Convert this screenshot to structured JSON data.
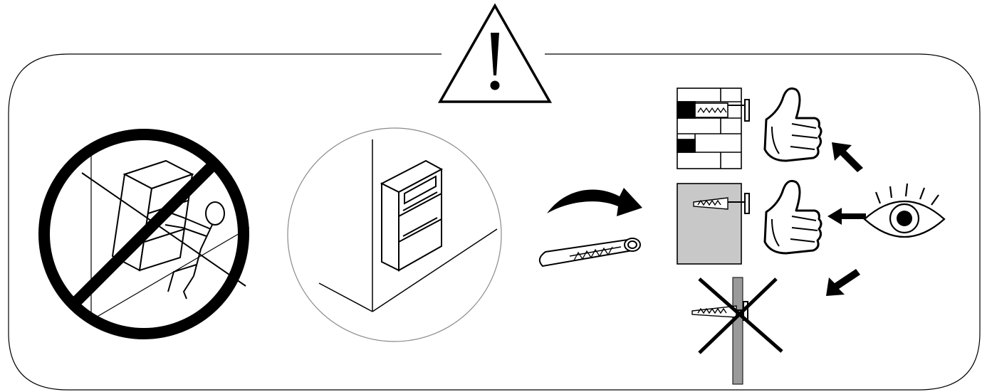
{
  "colors": {
    "ink": "#000000",
    "paper": "#ffffff",
    "panel_gray": "#c8c8c8",
    "post_gray": "#9a9a9a",
    "circle_outline": "#8a8a8a"
  },
  "icons": {
    "warning": "warning-triangle-icon",
    "prohibited": "prohibition-sign-icon",
    "approve": "thumbs-up-icon",
    "inspect": "eye-icon",
    "reject": "x-mark-icon",
    "arrow": "arrow-icon"
  },
  "panels": {
    "prohibited_tip_over": {
      "icon": "prohibition-sign-icon",
      "state": "forbidden"
    },
    "wall_anchored_shelf": {
      "icon": "bookshelf-icon",
      "state": "correct"
    },
    "fixing_kit": {
      "icons": [
        "curved-arrow-icon",
        "wall-plug-icon"
      ]
    },
    "wall_types": [
      {
        "wall": "brick",
        "result": "approved",
        "icon": "thumbs-up-icon"
      },
      {
        "wall": "solid",
        "result": "approved",
        "icon": "thumbs-up-icon"
      },
      {
        "wall": "thin-partition",
        "result": "rejected",
        "icon": "x-mark-icon"
      }
    ]
  }
}
